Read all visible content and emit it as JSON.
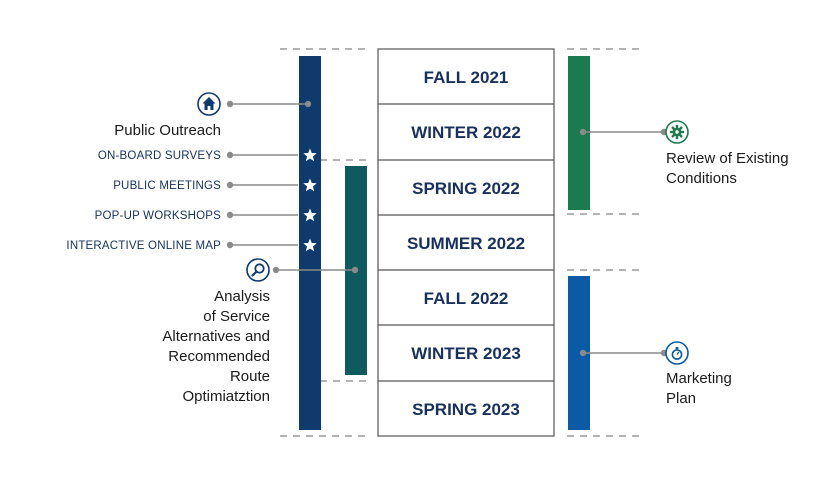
{
  "seasons": [
    "FALL 2021",
    "WINTER 2022",
    "SPRING 2022",
    "SUMMER 2022",
    "FALL 2022",
    "WINTER 2023",
    "SPRING 2023"
  ],
  "outreach": {
    "title": "Public Outreach",
    "items": [
      "ON-BOARD SURVEYS",
      "PUBLIC MEETINGS",
      "POP-UP WORKSHOPS",
      "INTERACTIVE ONLINE MAP"
    ],
    "icon": "home-icon"
  },
  "analysis": {
    "lines": [
      "Analysis",
      "of Service",
      "Alternatives and",
      "Recommended",
      "Route",
      "Optimiatztion"
    ],
    "icon": "search-icon"
  },
  "review": {
    "lines": [
      "Review of Existing",
      "Conditions"
    ],
    "icon": "gear-icon"
  },
  "marketing": {
    "lines": [
      "Marketing",
      "Plan"
    ],
    "icon": "stopwatch-icon"
  },
  "colors": {
    "navy": "#0e3a6e",
    "teal": "#0f5a5e",
    "green": "#1b7a4e",
    "blue": "#0b5aa5",
    "text_navy": "#17305e",
    "dash": "#999999"
  }
}
